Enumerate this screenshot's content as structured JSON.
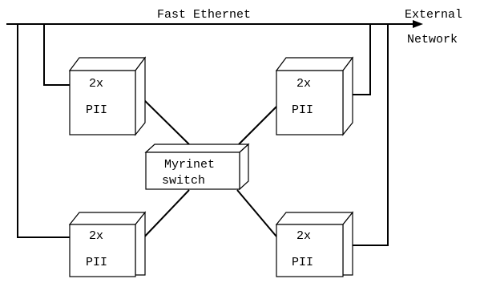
{
  "bus_label": "Fast Ethernet",
  "external_label_line1": "External",
  "external_label_line2": "Network",
  "switch": {
    "line1": "Myrinet",
    "line2": "switch"
  },
  "nodes": [
    {
      "line1": "2x",
      "line2": "PII"
    },
    {
      "line1": "2x",
      "line2": "PII"
    },
    {
      "line1": "2x",
      "line2": "PII"
    },
    {
      "line1": "2x",
      "line2": "PII"
    }
  ]
}
